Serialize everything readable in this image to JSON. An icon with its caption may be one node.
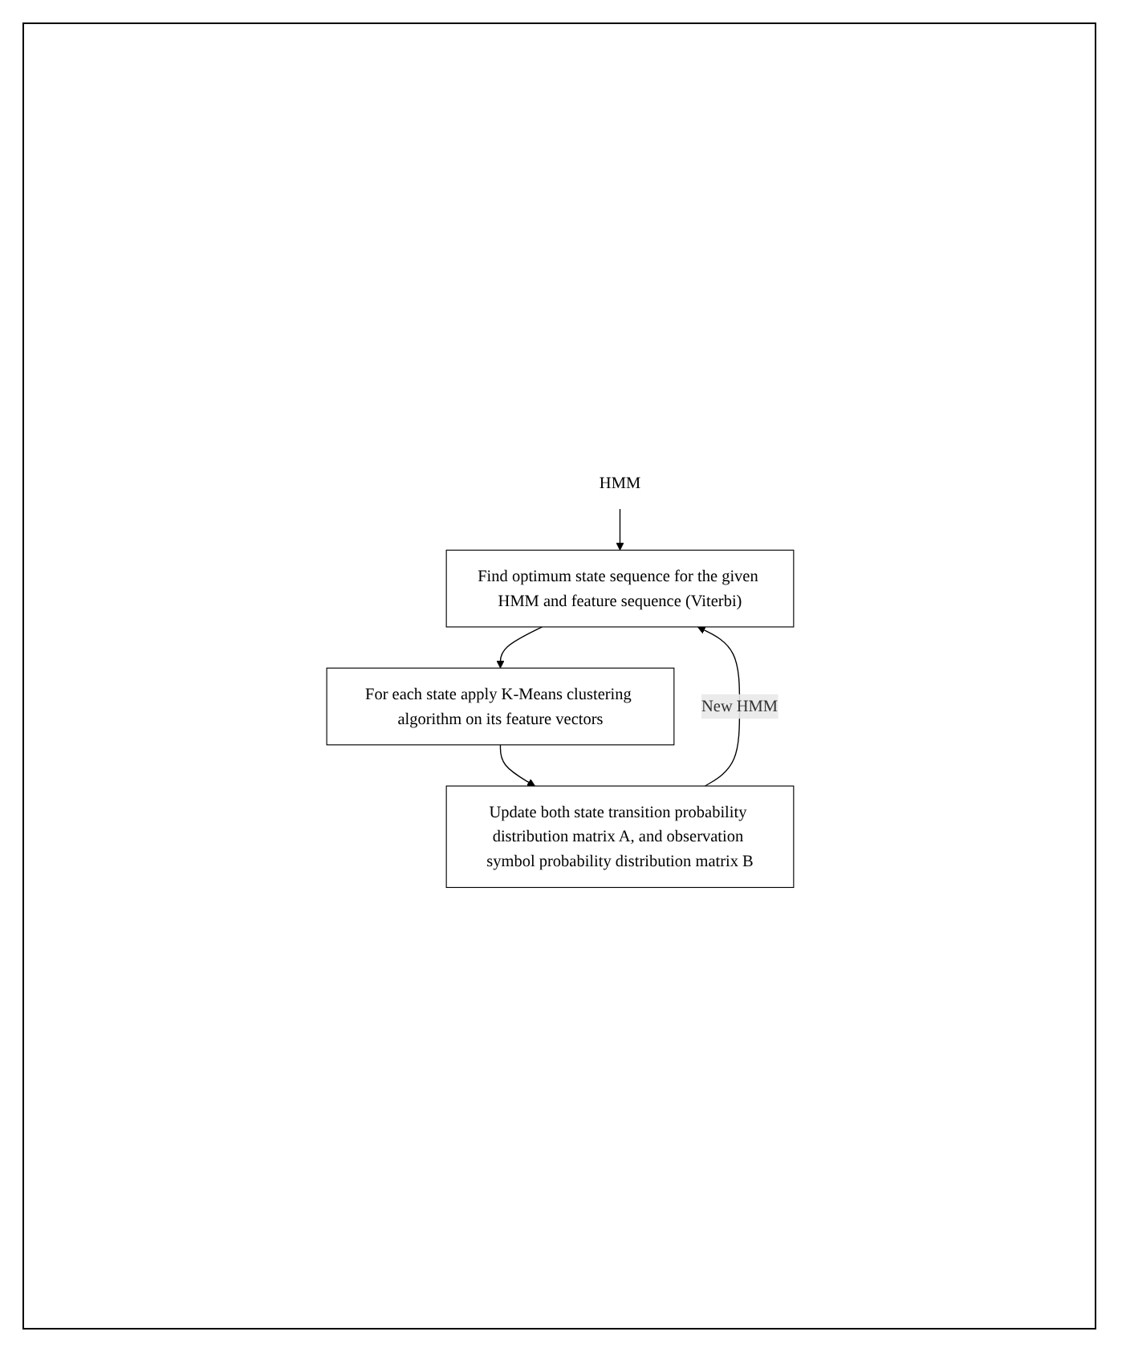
{
  "diagram": {
    "nodes": [
      {
        "text": [
          "HMM"
        ]
      },
      {
        "text": [
          "Find optimum state sequence for the given HMM and feature sequence (Viterbi)"
        ]
      },
      {
        "text": [
          "For each state apply K-Means clustering algorithm on its feature vectors"
        ]
      },
      {
        "text": [
          "Update both state transition probability distribution matrix A, and observation symbol probability distribution matrix B"
        ]
      }
    ],
    "edges": [
      {
        "from": 0,
        "to": 1,
        "arrow": "to"
      },
      {
        "from": 1,
        "to": 2,
        "arrow": "to"
      },
      {
        "from": 2,
        "to": 3,
        "arrow": "to"
      },
      {
        "from": 3,
        "to": 1,
        "arrow": "to",
        "label": "New HMM"
      }
    ]
  }
}
